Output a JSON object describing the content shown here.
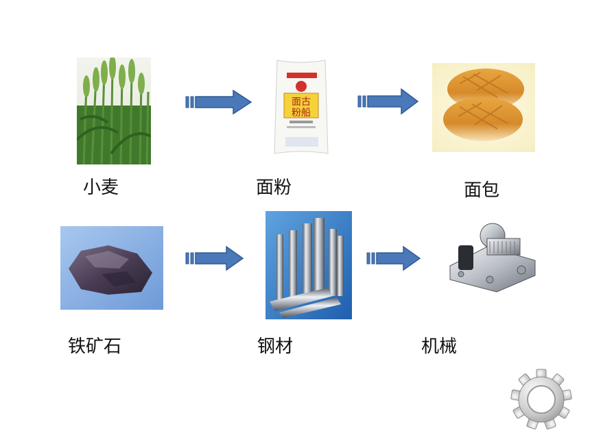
{
  "row1": {
    "items": [
      {
        "label": "小麦",
        "icon": "wheat-image"
      },
      {
        "label": "面粉",
        "icon": "flour-bag-image"
      },
      {
        "label": "面包",
        "icon": "bread-image"
      }
    ]
  },
  "row2": {
    "items": [
      {
        "label": "铁矿石",
        "icon": "iron-ore-image"
      },
      {
        "label": "钢材",
        "icon": "steel-pipes-image"
      },
      {
        "label": "机械",
        "icon": "machine-part-image"
      }
    ]
  },
  "flour_bag": {
    "line1": "面古",
    "line2": "粉船"
  },
  "colors": {
    "arrow_fill": "#4a78b8",
    "arrow_stroke": "#2f5a94",
    "gear": "#9a9a9a"
  },
  "controls": {
    "settings_icon": "gear-icon"
  }
}
